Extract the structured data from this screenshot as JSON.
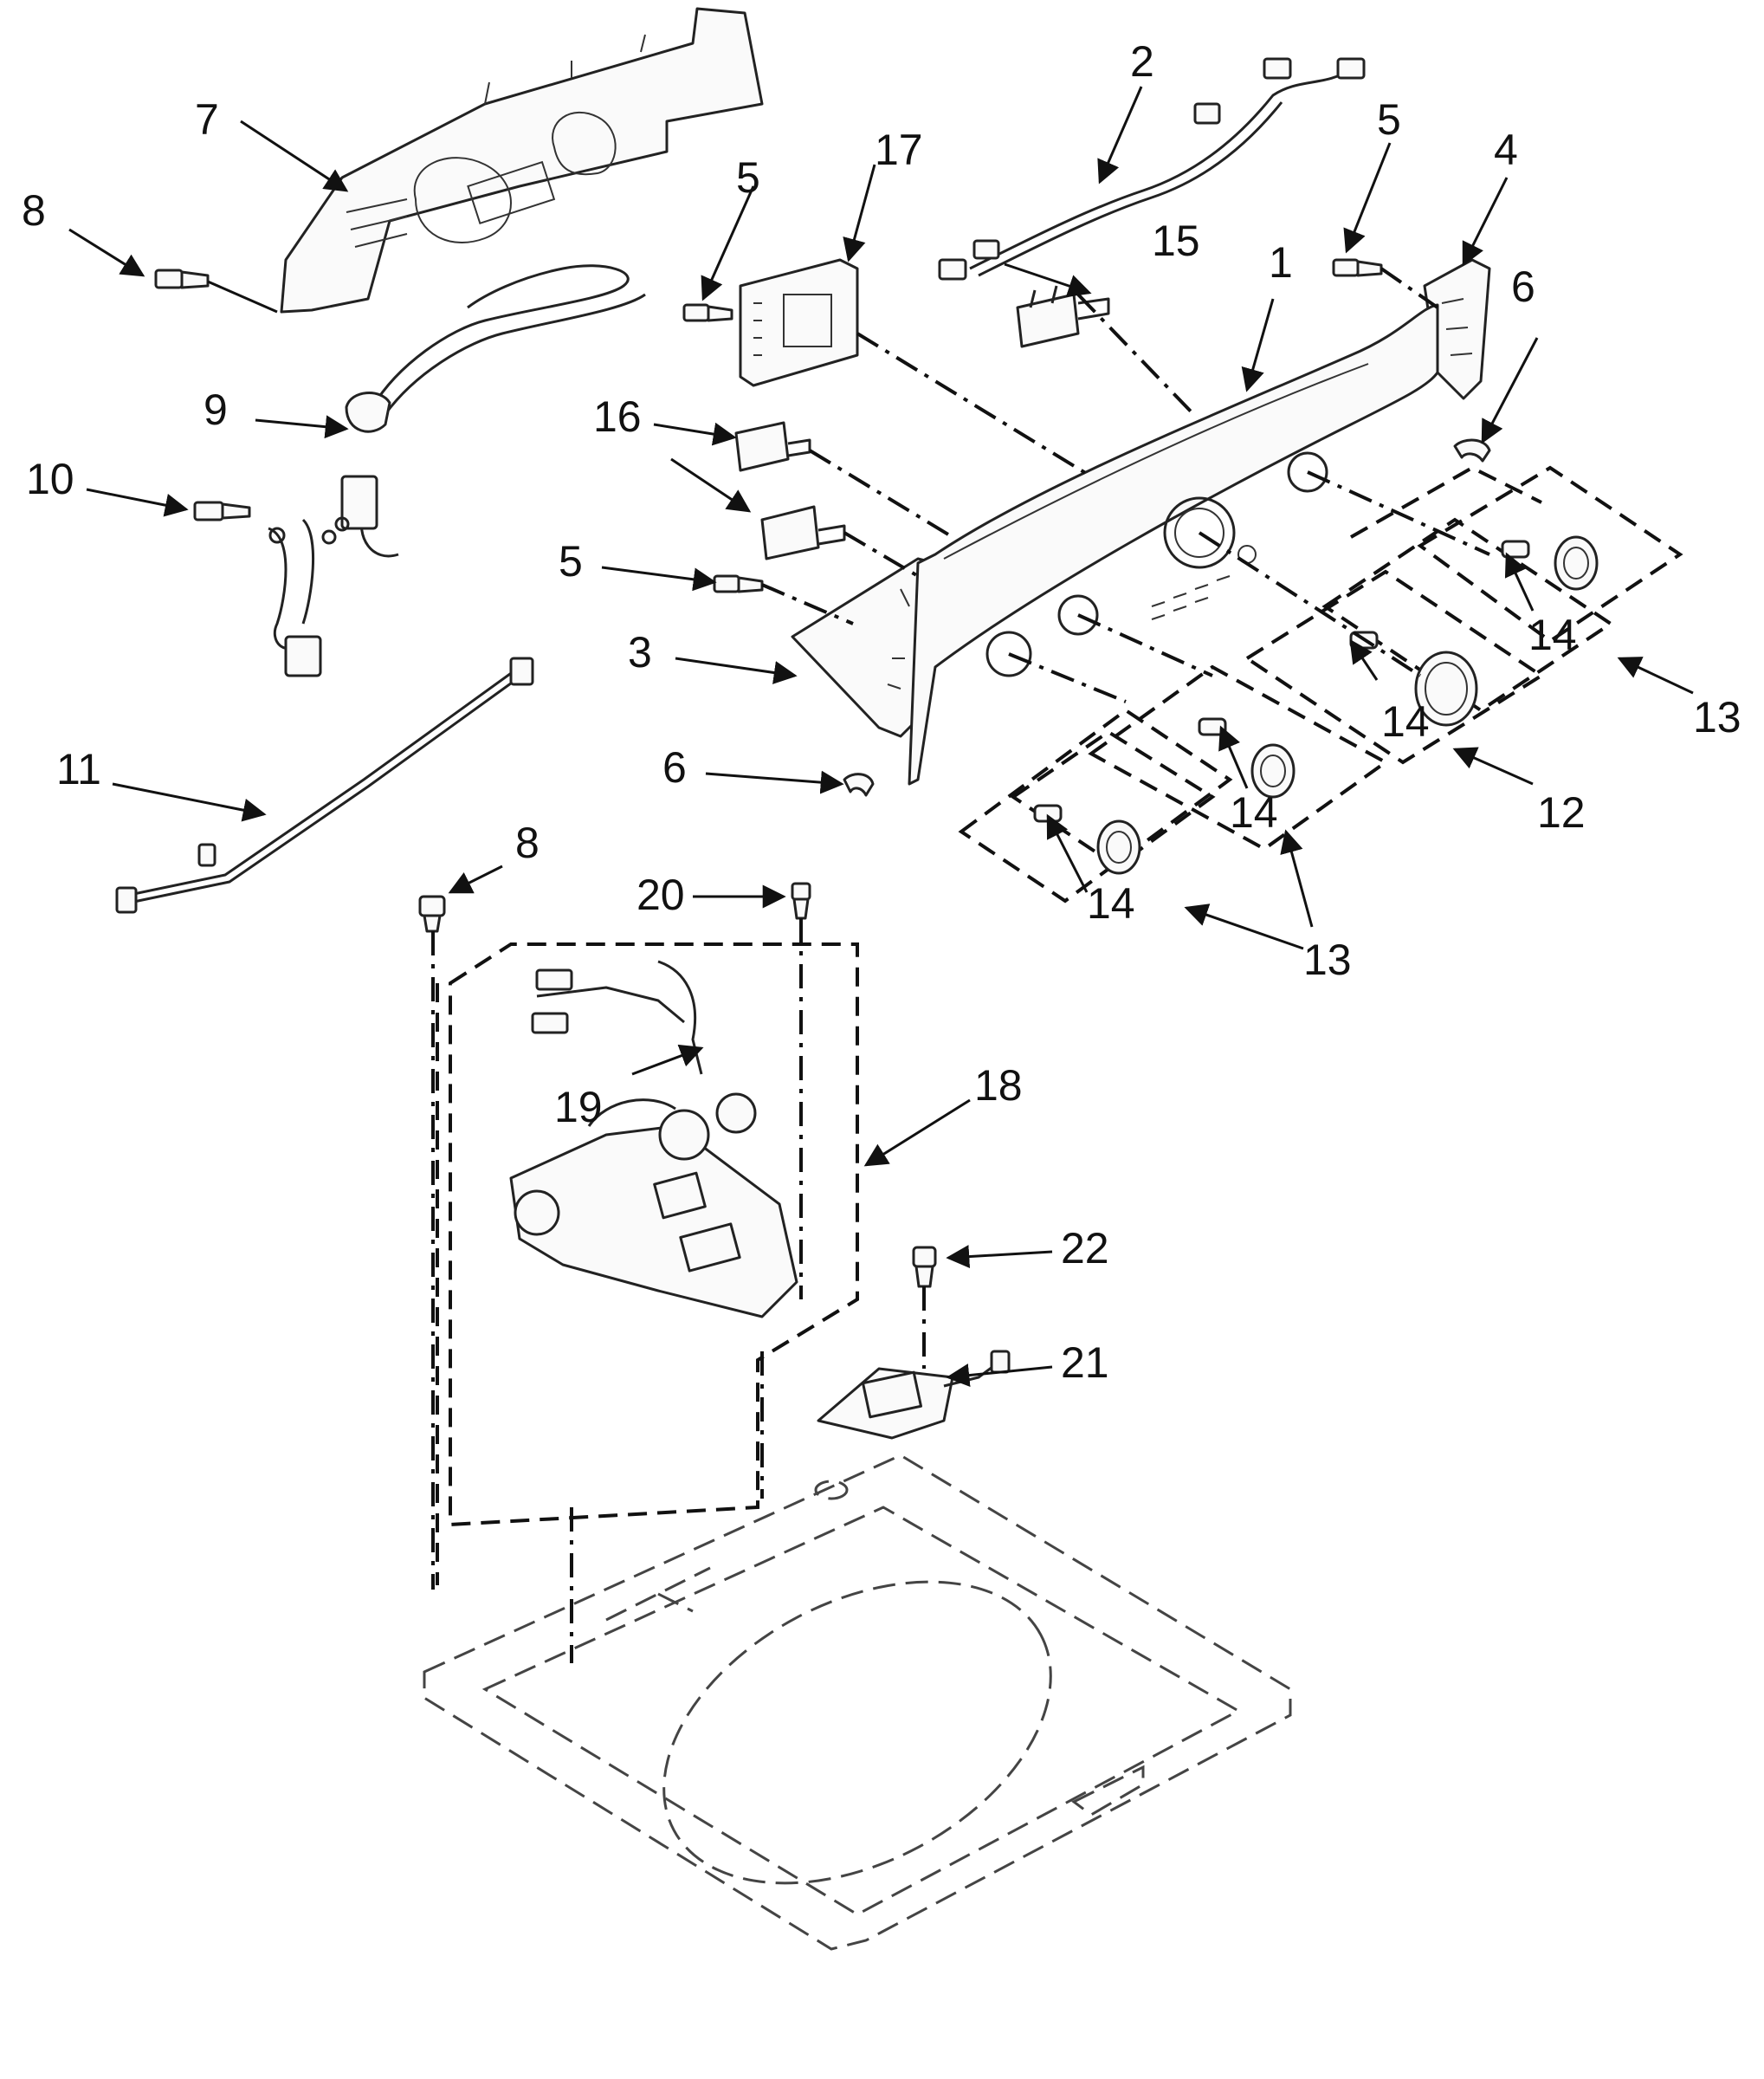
{
  "callouts": [
    {
      "id": "c1",
      "text": "1"
    },
    {
      "id": "c2",
      "text": "2"
    },
    {
      "id": "c3",
      "text": "3"
    },
    {
      "id": "c4",
      "text": "4"
    },
    {
      "id": "c5a",
      "text": "5"
    },
    {
      "id": "c5b",
      "text": "5"
    },
    {
      "id": "c5c",
      "text": "5"
    },
    {
      "id": "c6a",
      "text": "6"
    },
    {
      "id": "c6b",
      "text": "6"
    },
    {
      "id": "c7",
      "text": "7"
    },
    {
      "id": "c8a",
      "text": "8"
    },
    {
      "id": "c8b",
      "text": "8"
    },
    {
      "id": "c9",
      "text": "9"
    },
    {
      "id": "c10",
      "text": "10"
    },
    {
      "id": "c11",
      "text": "11"
    },
    {
      "id": "c12",
      "text": "12"
    },
    {
      "id": "c13a",
      "text": "13"
    },
    {
      "id": "c13b",
      "text": "13"
    },
    {
      "id": "c14a",
      "text": "14"
    },
    {
      "id": "c14b",
      "text": "14"
    },
    {
      "id": "c14c",
      "text": "14"
    },
    {
      "id": "c14d",
      "text": "14"
    },
    {
      "id": "c15",
      "text": "15"
    },
    {
      "id": "c16",
      "text": "16"
    },
    {
      "id": "c17",
      "text": "17"
    },
    {
      "id": "c18",
      "text": "18"
    },
    {
      "id": "c19",
      "text": "19"
    },
    {
      "id": "c20",
      "text": "20"
    },
    {
      "id": "c21",
      "text": "21"
    },
    {
      "id": "c22",
      "text": "22"
    }
  ]
}
